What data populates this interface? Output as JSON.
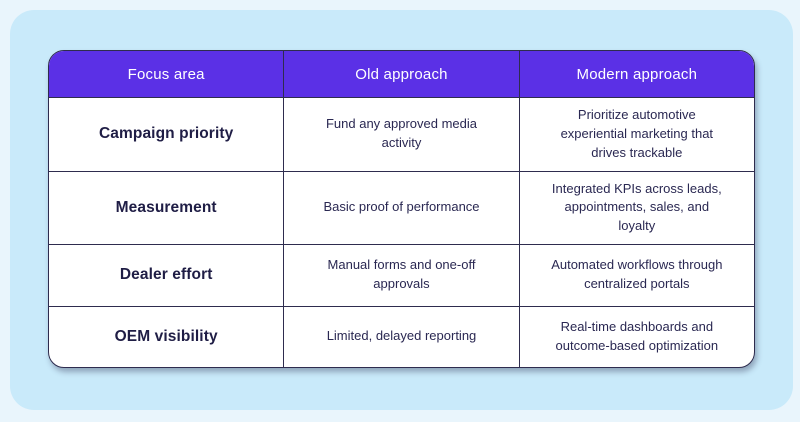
{
  "table": {
    "columns": [
      "Focus area",
      "Old approach",
      "Modern approach"
    ],
    "rows": [
      {
        "focus": "Campaign priority",
        "old": "Fund any approved media activity",
        "modern": "Prioritize automotive experiential marketing that drives trackable"
      },
      {
        "focus": "Measurement",
        "old": "Basic proof of performance",
        "modern": "Integrated KPIs across leads, appointments, sales, and loyalty"
      },
      {
        "focus": "Dealer effort",
        "old": "Manual forms and one-off approvals",
        "modern": "Automated workflows through centralized portals"
      },
      {
        "focus": "OEM visibility",
        "old": "Limited, delayed reporting",
        "modern": "Real-time dashboards and outcome-based optimization"
      }
    ]
  },
  "colors": {
    "page_background": "#e9f5fc",
    "panel_background": "#c9eafa",
    "header_background": "#5b30e6",
    "header_text": "#ffffff",
    "card_background": "#ffffff",
    "border": "#2e2c4e",
    "body_text": "#2a2852",
    "focus_text": "#1f1d45"
  }
}
